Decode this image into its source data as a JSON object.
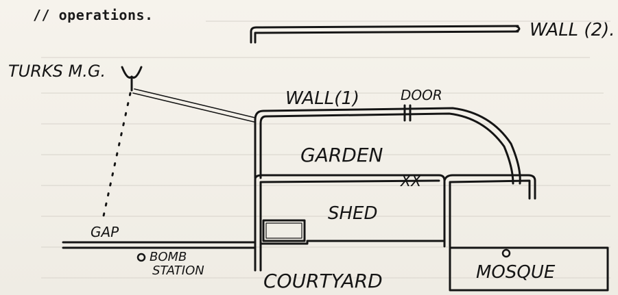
{
  "header": {
    "text": "// operations."
  },
  "labels": {
    "wall2": "WALL (2).",
    "turks_mg": "TURKS M.G.",
    "wall1": "WALL(1)",
    "door": "DOOR",
    "garden": "GARDEN",
    "xx": "XX",
    "shed": "SHED",
    "gap": "GAP",
    "bomb": "BOMB",
    "station": "STATION",
    "courtyard": "COURTYARD",
    "mosque": "MOSQUE"
  },
  "colors": {
    "ink": "#151515",
    "paper": "#f3f0e8",
    "ghost_type": "#c9c6bf"
  }
}
